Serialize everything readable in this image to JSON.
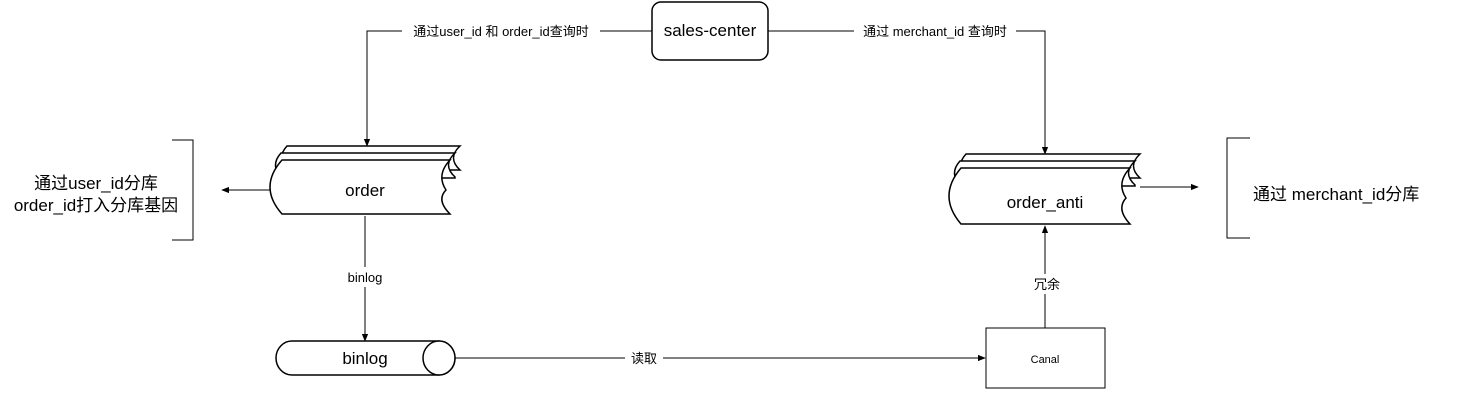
{
  "nodes": {
    "sales_center": "sales-center",
    "order": "order",
    "order_anti": "order_anti",
    "binlog": "binlog",
    "canal": "Canal"
  },
  "edges": {
    "sales_to_order": "通过user_id 和 order_id查询时",
    "sales_to_order_anti": "通过 merchant_id 查询时",
    "order_to_binlog": "binlog",
    "binlog_to_canal": "读取",
    "canal_to_order_anti": "冗余"
  },
  "annotations": {
    "order_line1": "通过user_id分库",
    "order_line2": "order_id打入分库基因",
    "order_anti": "通过 merchant_id分库"
  }
}
